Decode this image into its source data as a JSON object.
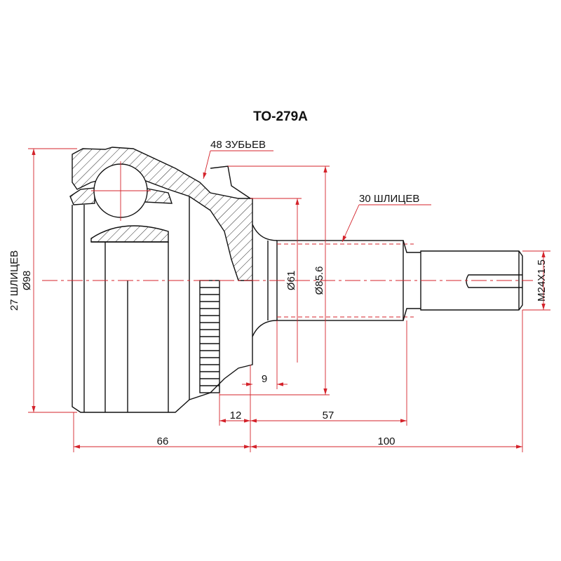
{
  "title": "TO-279A",
  "annotations": {
    "teeth": "48 ЗУБЬЕВ",
    "outer_splines": "30 ШЛИЦЕВ",
    "inner_splines": "27 ШЛИЦЕВ"
  },
  "dimensions": {
    "housing_diameter": "Ø98",
    "shaft_diameter": "Ø61",
    "ring_diameter": "Ø85.6",
    "thread": "M24X1.5",
    "d9": "9",
    "d12": "12",
    "d57": "57",
    "d66": "66",
    "d100": "100"
  },
  "colors": {
    "dimension": "#d4232b",
    "outline": "#111111"
  }
}
